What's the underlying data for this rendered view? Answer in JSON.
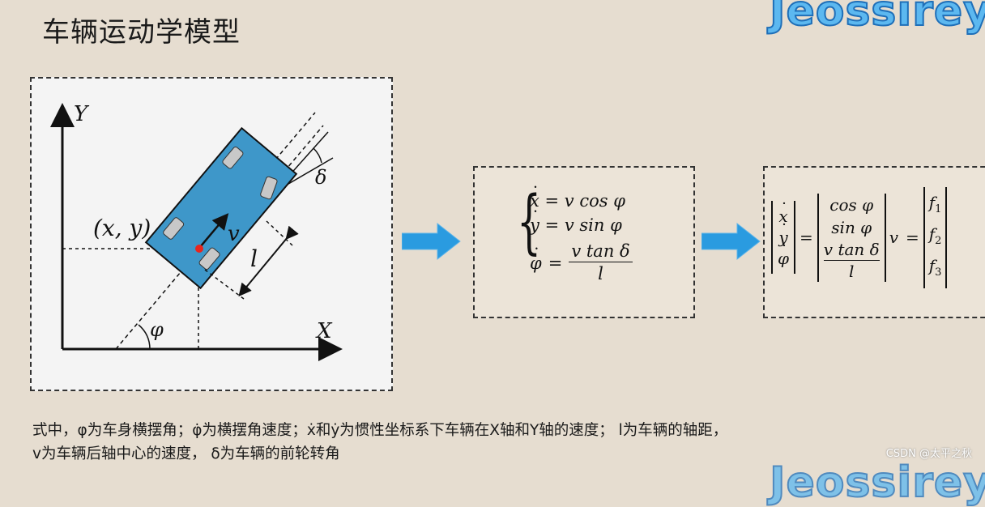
{
  "slide": {
    "title": "车辆运动学模型",
    "logo_text": "Jeossirey"
  },
  "diagram": {
    "axis_y": "Y",
    "axis_x": "X",
    "position_label": "(x, y)",
    "velocity_label": "v",
    "wheelbase_label": "l",
    "heading_label": "φ",
    "steer_label": "δ"
  },
  "equations1": {
    "line1_lhs": "x",
    "line1_rhs": "= v cos φ",
    "line2_lhs": "y",
    "line2_rhs": "= v sin φ",
    "line3_lhs": "φ",
    "line3_eq": "=",
    "line3_num": "v tan δ",
    "line3_den": "l"
  },
  "equations2": {
    "vec1": "x",
    "vec2": "y",
    "vec3": "φ",
    "eq1": "=",
    "m1": "cos φ",
    "m2": "sin φ",
    "m3_num": "v tan δ",
    "m3_den": "l",
    "mult_v": "v",
    "eq2": "=",
    "f1": "f",
    "f1_sub": "1",
    "f2": "f",
    "f2_sub": "2",
    "f3": "f",
    "f3_sub": "3"
  },
  "caption": {
    "line1": "式中，φ为车身横摆角；φ̇为横摆角速度；ẋ和ẏ为惯性坐标系下车辆在X轴和Y轴的速度； l为车辆的轴距，",
    "line2": "v为车辆后轴中心的速度， δ为车辆的前轮转角"
  },
  "watermark": "CSDN @太平之秋",
  "colors": {
    "car_body": "#3e97c9",
    "arrow_fill": "#2a9be0",
    "logo": "#5cb8f0"
  }
}
